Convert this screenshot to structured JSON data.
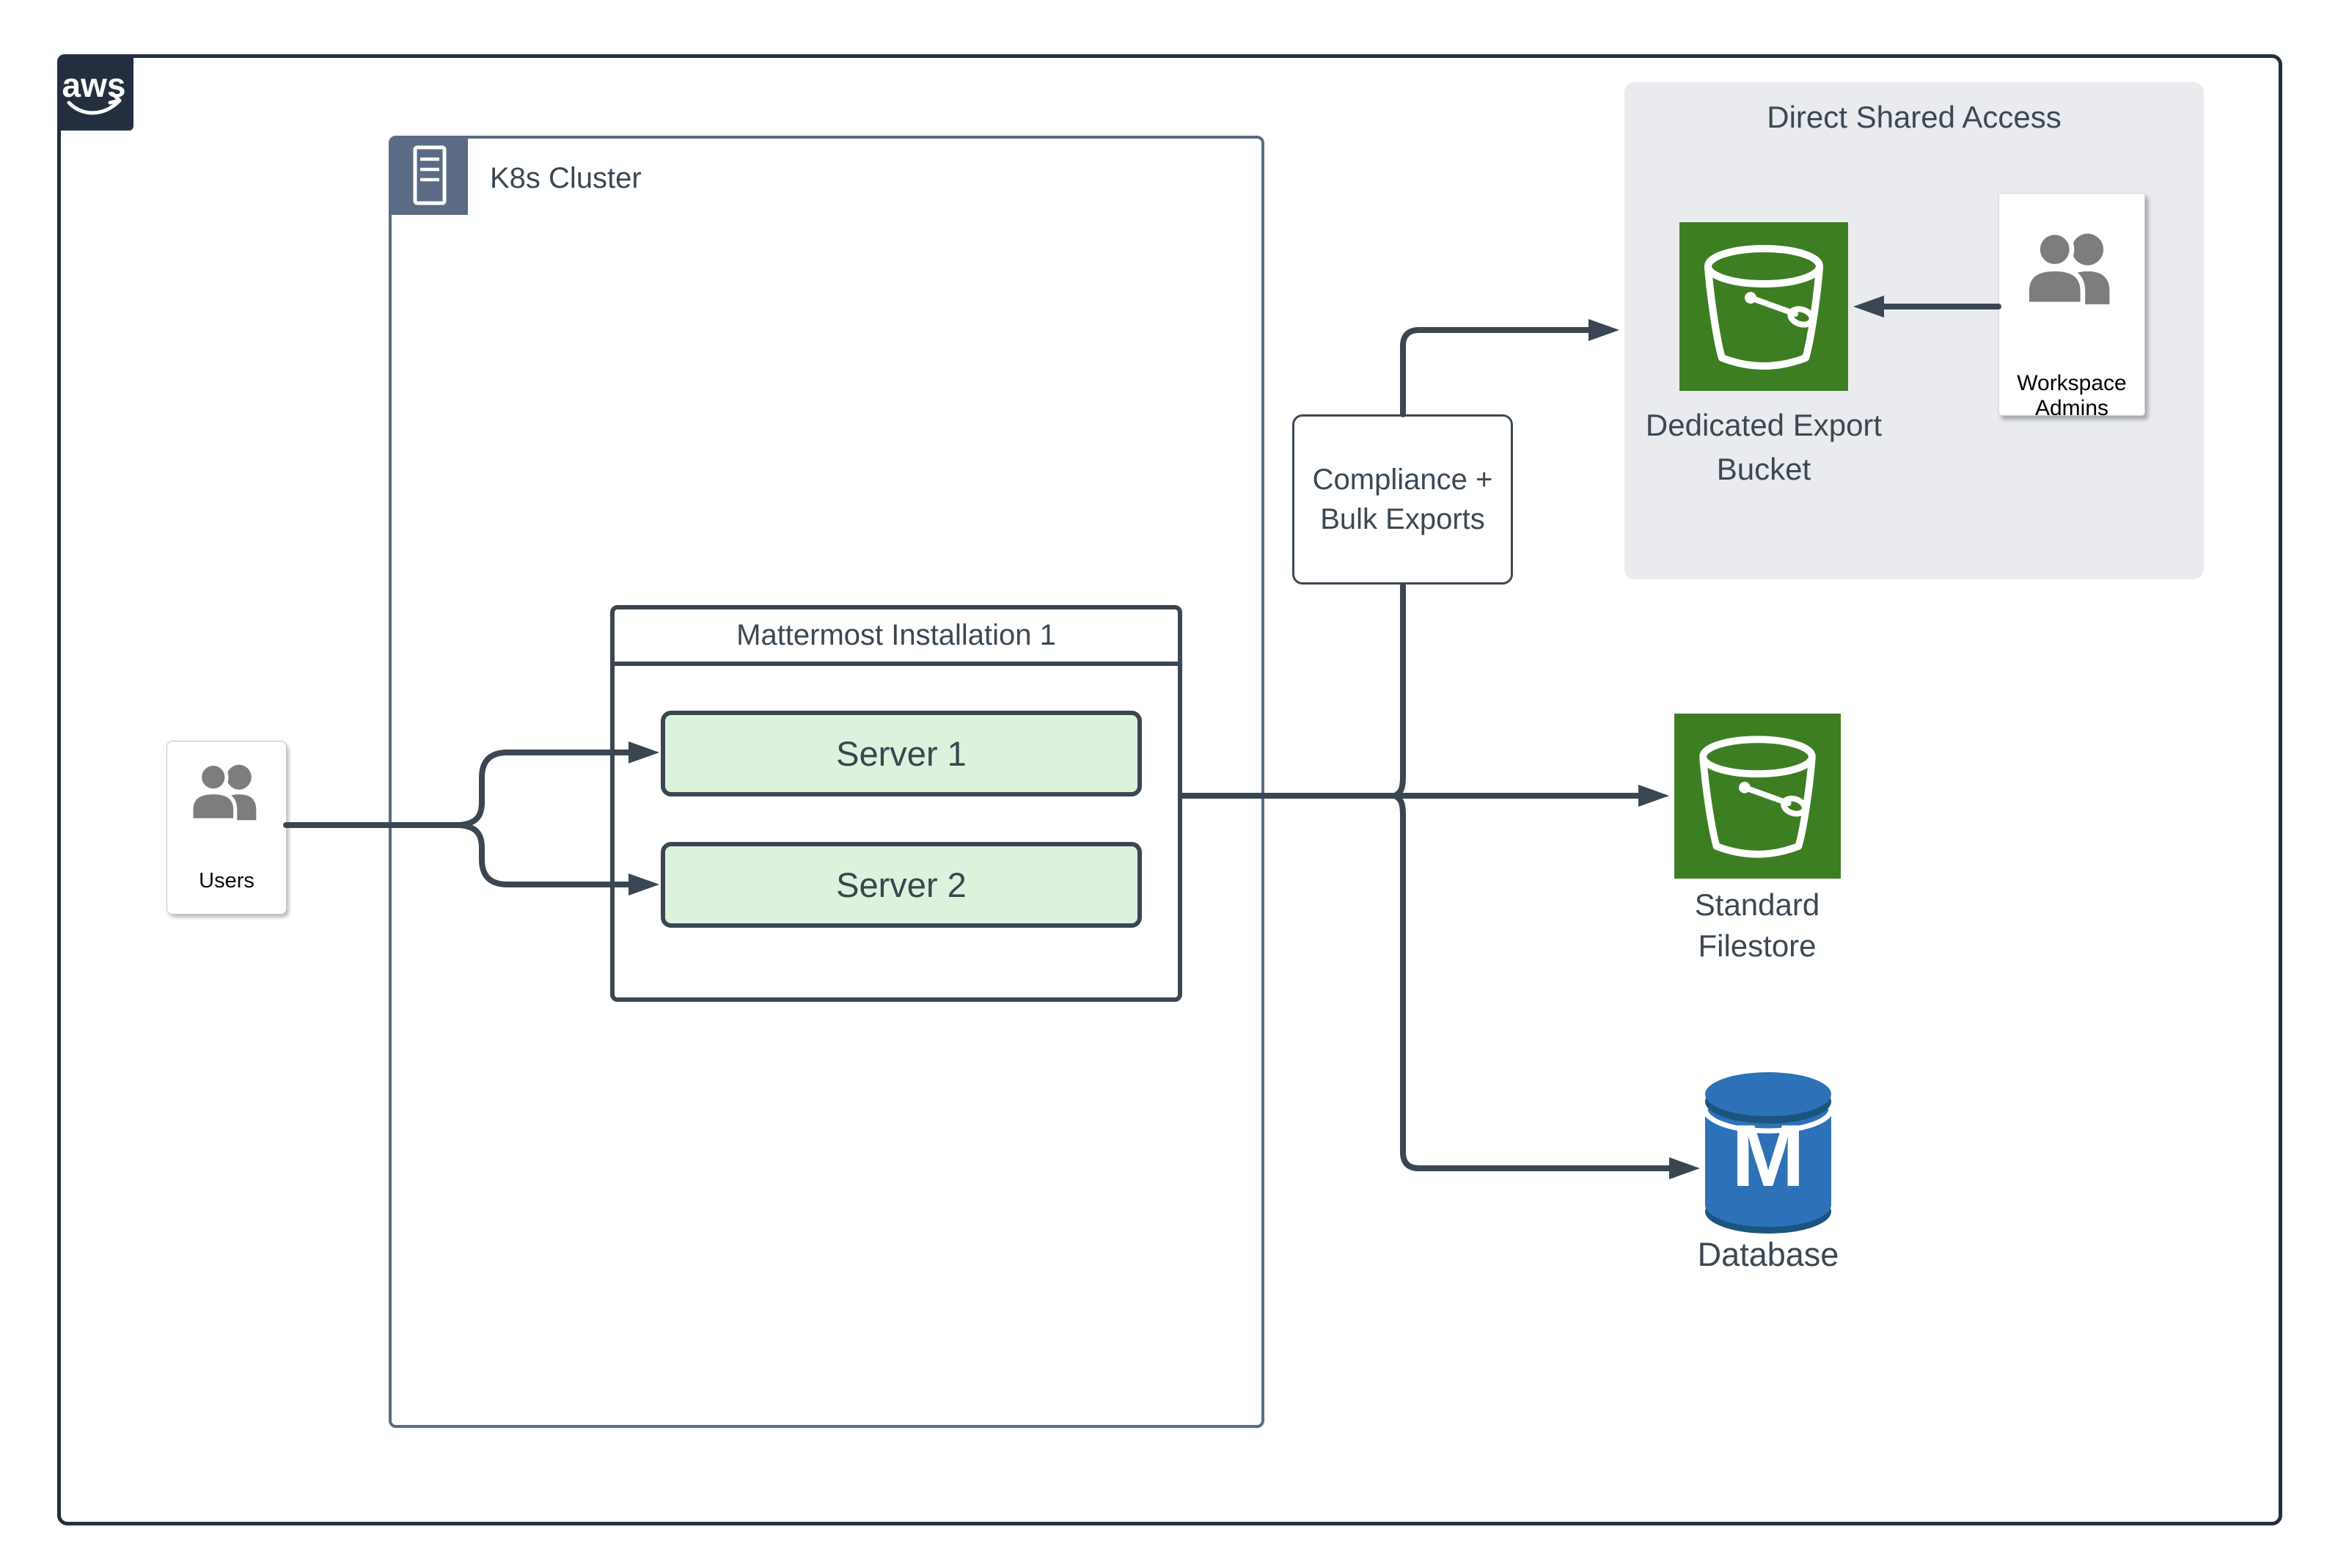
{
  "aws": {
    "logo_text": "aws"
  },
  "k8s_cluster": {
    "label": "K8s Cluster"
  },
  "users": {
    "label": "Users"
  },
  "mattermost": {
    "title": "Mattermost Installation 1",
    "servers": [
      {
        "label": "Server 1"
      },
      {
        "label": "Server 2"
      }
    ]
  },
  "compliance": {
    "line1": "Compliance +",
    "line2": "Bulk Exports"
  },
  "direct_shared_access": {
    "title": "Direct Shared Access",
    "export_bucket": {
      "line1": "Dedicated Export",
      "line2": "Bucket"
    },
    "workspace_admins": {
      "label": "Workspace Admins"
    }
  },
  "filestore": {
    "line1": "Standard",
    "line2": "Filestore"
  },
  "database": {
    "label": "Database",
    "monogram": "M"
  },
  "colors": {
    "outer_frame_navy": "#232f3e",
    "k8s_slate": "#5b6b85",
    "connector_dark": "#3a4752",
    "label_text": "#3b4853",
    "aws_green": "#3e7e22",
    "server_fill": "#ddf2dc",
    "region_fill": "#e9ebee",
    "database_blue": "#2d72b8",
    "database_rim": "#1b557f",
    "person_gray": "#7d7d7d"
  }
}
